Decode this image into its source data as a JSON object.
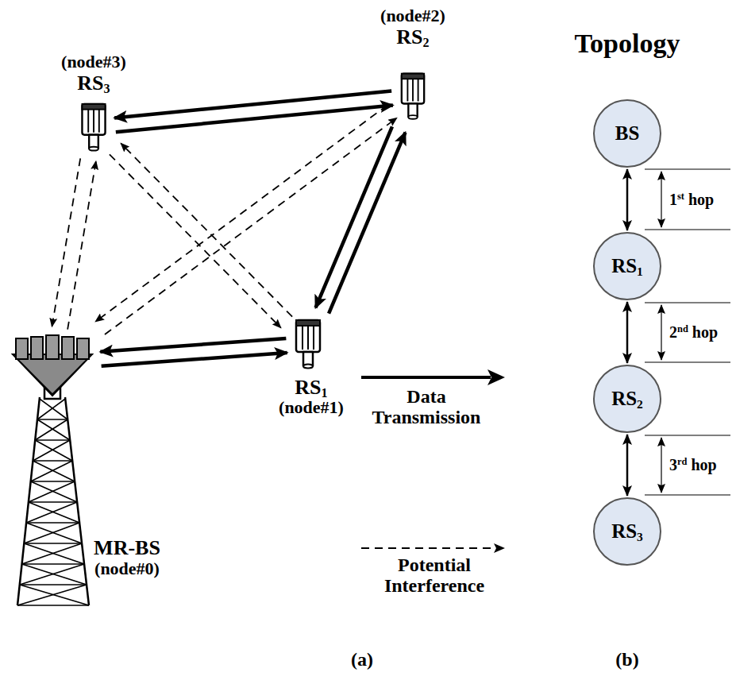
{
  "diagram": {
    "nodes": [
      {
        "text": [
          "MR-BS",
          "(node#0)"
        ]
      },
      {
        "text": [
          "RS1",
          "(node#1)"
        ]
      },
      {
        "text": [
          "(node#2)",
          "RS2"
        ]
      },
      {
        "text": [
          "(node#3)",
          "RS3"
        ]
      },
      {
        "text": [
          "BS"
        ]
      },
      {
        "text": [
          "RS1"
        ]
      },
      {
        "text": [
          "RS2"
        ]
      },
      {
        "text": [
          "RS3"
        ]
      }
    ],
    "edges": [
      {
        "from": 0,
        "to": 1,
        "arrow": "to"
      },
      {
        "from": 1,
        "to": 0,
        "arrow": "to"
      },
      {
        "from": 1,
        "to": 2,
        "arrow": "to"
      },
      {
        "from": 2,
        "to": 1,
        "arrow": "to"
      },
      {
        "from": 2,
        "to": 3,
        "arrow": "to"
      },
      {
        "from": 3,
        "to": 2,
        "arrow": "to"
      },
      {
        "from": 0,
        "to": 3,
        "arrow": "to"
      },
      {
        "from": 3,
        "to": 0,
        "arrow": "to"
      },
      {
        "from": 0,
        "to": 2,
        "arrow": "to"
      },
      {
        "from": 2,
        "to": 0,
        "arrow": "to"
      },
      {
        "from": 3,
        "to": 1,
        "arrow": "to"
      },
      {
        "from": 1,
        "to": 3,
        "arrow": "to"
      },
      {
        "from": 4,
        "to": 5,
        "arrow": "both"
      },
      {
        "from": 5,
        "to": 6,
        "arrow": "both"
      },
      {
        "from": 6,
        "to": 7,
        "arrow": "both"
      }
    ],
    "labels": [
      "Topology",
      "1st hop",
      "2nd hop",
      "3rd hop",
      "(a)",
      "(b)"
    ],
    "legend": [
      {
        "text": "Data Transmission"
      },
      {
        "text": "Potential Interference"
      }
    ]
  }
}
